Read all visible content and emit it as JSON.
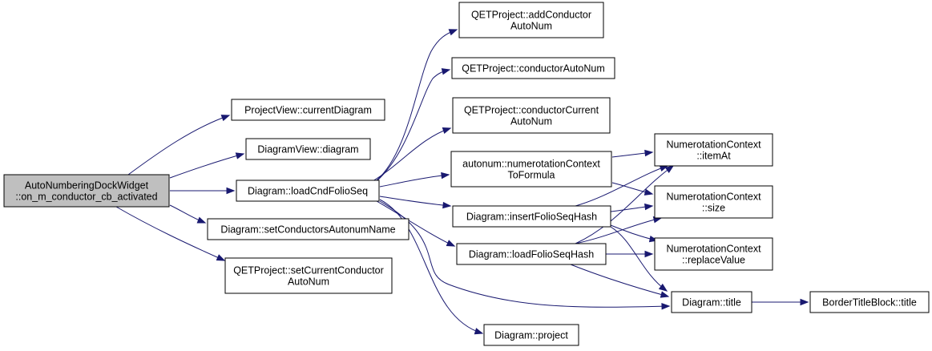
{
  "colors": {
    "root_fill": "#bfbfbf",
    "node_fill": "#ffffff",
    "edge": "#191970"
  },
  "nodes": [
    {
      "id": "root",
      "lines": [
        "AutoNumberingDockWidget",
        "::on_m_conductor_cb_activated"
      ],
      "root": true
    },
    {
      "id": "pv_currentDiagram",
      "lines": [
        "ProjectView::currentDiagram"
      ]
    },
    {
      "id": "dv_diagram",
      "lines": [
        "DiagramView::diagram"
      ]
    },
    {
      "id": "d_loadCndFolioSeq",
      "lines": [
        "Diagram::loadCndFolioSeq"
      ]
    },
    {
      "id": "d_setConductorsAutonumName",
      "lines": [
        "Diagram::setConductorsAutonumName"
      ]
    },
    {
      "id": "qp_setCurrentConductorAutoNum",
      "lines": [
        "QETProject::setCurrentConductor",
        "AutoNum"
      ]
    },
    {
      "id": "qp_addConductorAutoNum",
      "lines": [
        "QETProject::addConductor",
        "AutoNum"
      ]
    },
    {
      "id": "qp_conductorAutoNum",
      "lines": [
        "QETProject::conductorAutoNum"
      ]
    },
    {
      "id": "qp_conductorCurrentAutoNum",
      "lines": [
        "QETProject::conductorCurrent",
        "AutoNum"
      ]
    },
    {
      "id": "an_numerotationContextToFormula",
      "lines": [
        "autonum::numerotationContext",
        "ToFormula"
      ]
    },
    {
      "id": "d_insertFolioSeqHash",
      "lines": [
        "Diagram::insertFolioSeqHash"
      ]
    },
    {
      "id": "d_loadFolioSeqHash",
      "lines": [
        "Diagram::loadFolioSeqHash"
      ]
    },
    {
      "id": "d_project",
      "lines": [
        "Diagram::project"
      ]
    },
    {
      "id": "nc_itemAt",
      "lines": [
        "NumerotationContext",
        "::itemAt"
      ]
    },
    {
      "id": "nc_size",
      "lines": [
        "NumerotationContext",
        "::size"
      ]
    },
    {
      "id": "nc_replaceValue",
      "lines": [
        "NumerotationContext",
        "::replaceValue"
      ]
    },
    {
      "id": "d_title",
      "lines": [
        "Diagram::title"
      ]
    },
    {
      "id": "btb_title",
      "lines": [
        "BorderTitleBlock::title"
      ]
    }
  ],
  "edges": [
    [
      "root",
      "pv_currentDiagram"
    ],
    [
      "root",
      "dv_diagram"
    ],
    [
      "root",
      "d_loadCndFolioSeq"
    ],
    [
      "root",
      "d_setConductorsAutonumName"
    ],
    [
      "root",
      "qp_setCurrentConductorAutoNum"
    ],
    [
      "d_loadCndFolioSeq",
      "qp_addConductorAutoNum"
    ],
    [
      "d_loadCndFolioSeq",
      "qp_conductorAutoNum"
    ],
    [
      "d_loadCndFolioSeq",
      "qp_conductorCurrentAutoNum"
    ],
    [
      "d_loadCndFolioSeq",
      "an_numerotationContextToFormula"
    ],
    [
      "d_loadCndFolioSeq",
      "d_insertFolioSeqHash"
    ],
    [
      "d_loadCndFolioSeq",
      "d_loadFolioSeqHash"
    ],
    [
      "d_loadCndFolioSeq",
      "d_project"
    ],
    [
      "d_loadCndFolioSeq",
      "d_title"
    ],
    [
      "an_numerotationContextToFormula",
      "nc_itemAt"
    ],
    [
      "an_numerotationContextToFormula",
      "nc_size"
    ],
    [
      "d_insertFolioSeqHash",
      "nc_itemAt"
    ],
    [
      "d_insertFolioSeqHash",
      "nc_size"
    ],
    [
      "d_insertFolioSeqHash",
      "nc_replaceValue"
    ],
    [
      "d_insertFolioSeqHash",
      "d_title"
    ],
    [
      "d_loadFolioSeqHash",
      "nc_itemAt"
    ],
    [
      "d_loadFolioSeqHash",
      "nc_size"
    ],
    [
      "d_loadFolioSeqHash",
      "nc_replaceValue"
    ],
    [
      "d_loadFolioSeqHash",
      "d_title"
    ],
    [
      "d_title",
      "btb_title"
    ]
  ]
}
